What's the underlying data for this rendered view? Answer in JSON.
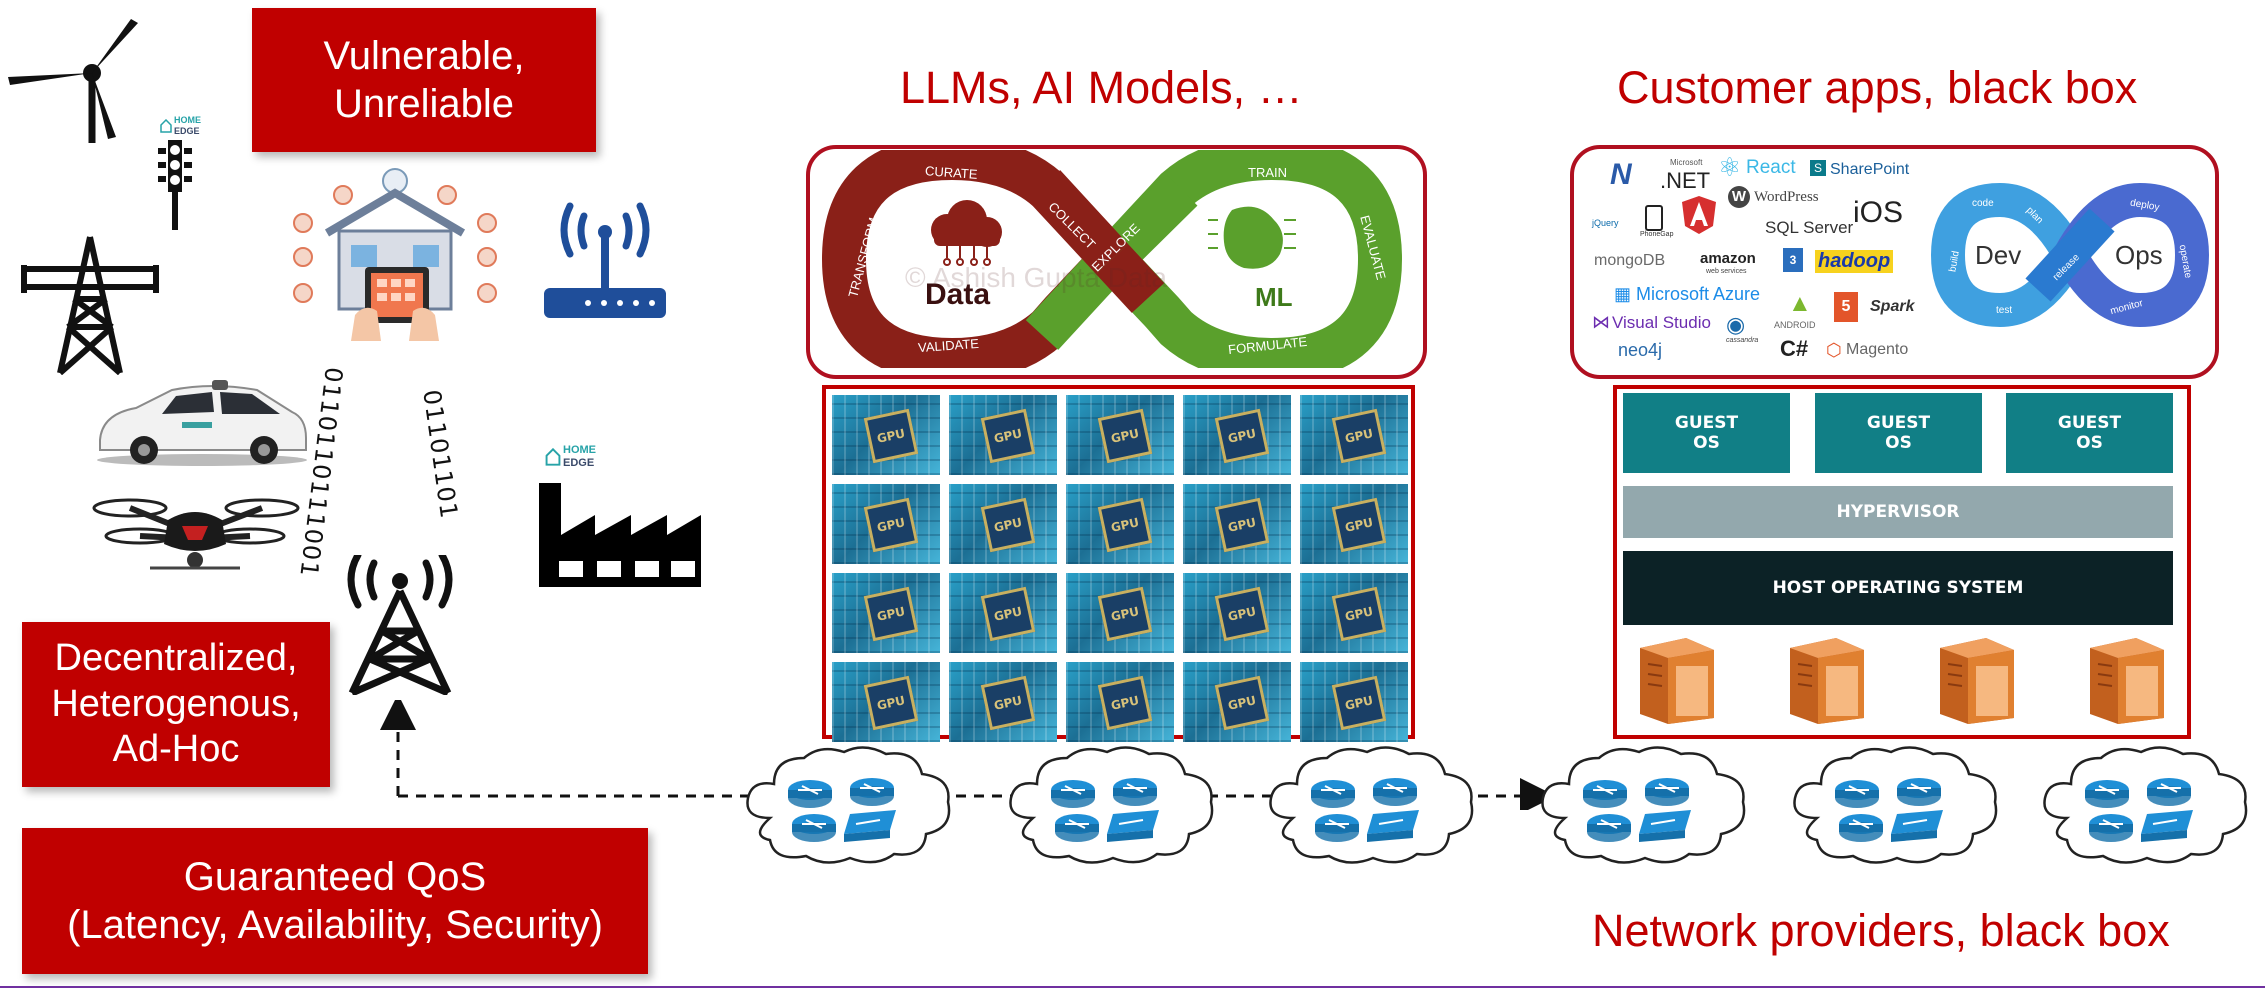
{
  "boxes": {
    "vulnerable": [
      "Vulnerable,",
      "Unreliable"
    ],
    "decentralized": [
      "Decentralized,",
      "Heterogenous,",
      "Ad-Hoc"
    ],
    "qos": [
      "Guaranteed QoS",
      "(Latency, Availability, Security)"
    ]
  },
  "headings": {
    "llm": "LLMs, AI Models, …",
    "customer": "Customer apps, black box",
    "network": "Network providers, black box"
  },
  "badges": {
    "home_edge_top": [
      "HOME",
      "EDGE"
    ],
    "home_edge_factory": [
      "HOME",
      "EDGE"
    ]
  },
  "binary": {
    "left": "0110110111001",
    "right": "01101101"
  },
  "ml_cycle": {
    "center_left": "Data",
    "center_right": "ML",
    "stages": [
      "CURATE",
      "COLLECT",
      "EXPLORE",
      "TRAIN",
      "EVALUATE",
      "FORMULATE",
      "VALIDATE",
      "TRANSFORM"
    ],
    "watermark": "© Ashish Gupta Data"
  },
  "gpu": {
    "chip_label": "GPU",
    "rows": 4,
    "cols": 5
  },
  "tech_logos": {
    "net": ".NET",
    "net_small": "Microsoft",
    "react": "React",
    "sharepoint": "SharePoint",
    "jquery": "jQuery",
    "phonegap": "PhoneGap",
    "wordpress": "WordPress",
    "sqlserver": "SQL Server",
    "ios": "iOS",
    "mongodb": "mongoDB",
    "amazon": "amazon",
    "amazon_small": "web services",
    "hadoop": "hadoop",
    "azure": "Microsoft Azure",
    "visualstudio": "Visual Studio",
    "android": "ANDROID",
    "spark": "Spark",
    "neo4j": "neo4j",
    "cassandra": "cassandra",
    "csharp": "C#",
    "magento": "Magento"
  },
  "devops": {
    "dev": "Dev",
    "ops": "Ops",
    "stages": [
      "code",
      "plan",
      "build",
      "test",
      "release",
      "deploy",
      "operate",
      "monitor"
    ]
  },
  "virtualization": {
    "guests": [
      [
        "GUEST",
        "OS"
      ],
      [
        "GUEST",
        "OS"
      ],
      [
        "GUEST",
        "OS"
      ]
    ],
    "hypervisor": "HYPERVISOR",
    "host_os": "HOST OPERATING SYSTEM"
  },
  "colors": {
    "accent_red": "#c00000",
    "teal": "#117f86",
    "hyper_gray": "#93a8ad",
    "host_dark": "#0c2226"
  }
}
